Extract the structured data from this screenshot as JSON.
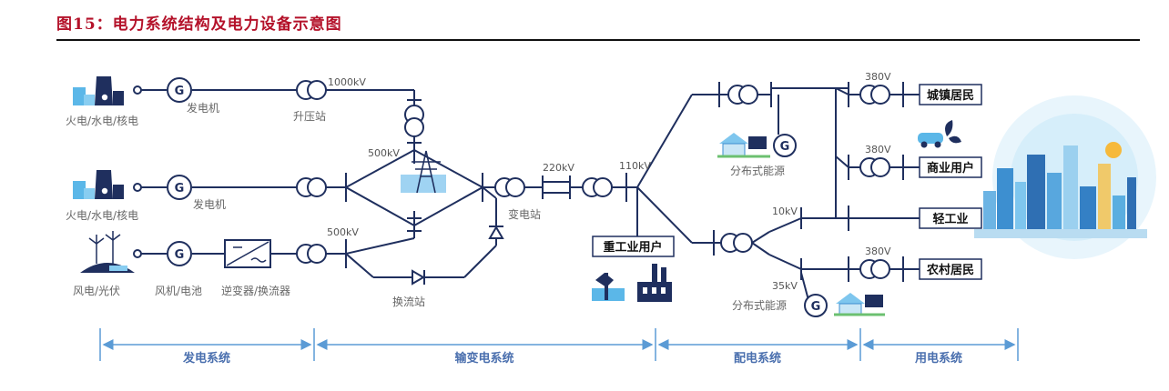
{
  "figure": {
    "title": "图15：电力系统结构及电力设备示意图"
  },
  "colors": {
    "line": "#1f2f5e",
    "accent": "#b4122a",
    "segment": "#5b9bd5",
    "gen_circle": "#1f2f5e"
  },
  "sources": {
    "thermal_top": "火电/水电/核电",
    "thermal_mid": "火电/水电/核电",
    "renewable": "风电/光伏"
  },
  "equipment": {
    "generator_letter": "G",
    "generator_1": "发电机",
    "generator_2": "发电机",
    "wind_battery": "风机/电池",
    "inverter": "逆变器/换流器",
    "step_up_station": "升压站",
    "converter_station": "换流站",
    "substation": "变电站",
    "distributed_1": "分布式能源",
    "distributed_2": "分布式能源"
  },
  "voltages": {
    "v1000": "1000kV",
    "v500a": "500kV",
    "v500b": "500kV",
    "v220": "220kV",
    "v110": "110kV",
    "v10": "10kV",
    "v35": "35kV",
    "v380a": "380V",
    "v380b": "380V",
    "v380c": "380V"
  },
  "consumers": {
    "urban": "城镇居民",
    "commercial": "商业用户",
    "light_industry": "轻工业",
    "heavy_industry": "重工业用户",
    "rural": "农村居民"
  },
  "segments": {
    "generation": "发电系统",
    "transmission": "输变电系统",
    "distribution": "配电系统",
    "consumption": "用电系统"
  }
}
